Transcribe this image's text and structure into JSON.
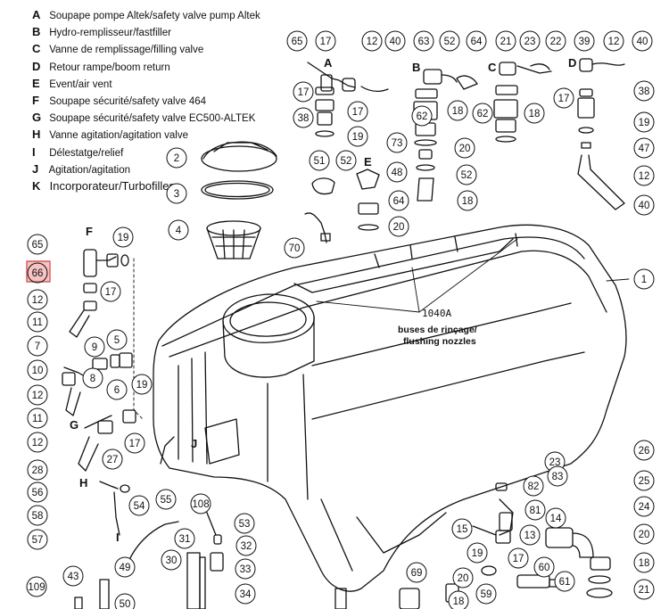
{
  "legend": [
    {
      "key": "A",
      "text": "Soupape pompe Altek/safety valve pump Altek"
    },
    {
      "key": "B",
      "text": "Hydro-remplisseur/fastfiller"
    },
    {
      "key": "C",
      "text": "Vanne de remplissage/filling valve"
    },
    {
      "key": "D",
      "text": "Retour rampe/boom return"
    },
    {
      "key": "E",
      "text": "Event/air vent"
    },
    {
      "key": "F",
      "text": "Soupape sécurité/safety valve 464"
    },
    {
      "key": "G",
      "text": "Soupape sécurité/safety valve EC500-ALTEK"
    },
    {
      "key": "H",
      "text": "Vanne agitation/agitation valve"
    },
    {
      "key": "I",
      "text": "Délestatge/relief"
    },
    {
      "key": "J",
      "text": "Agitation/agitation"
    },
    {
      "key": "K",
      "text": "Incorporateur/Turbofiller"
    }
  ],
  "diagram": {
    "highlight_color": "#e07070",
    "highlighted_part": "66",
    "part_ref": "1040A",
    "nozzle_note_line1": "buses de rinçage/",
    "nozzle_note_line2": "flushing nozzles",
    "callouts": [
      "65",
      "17",
      "12",
      "40",
      "63",
      "52",
      "64",
      "21",
      "23",
      "22",
      "39",
      "12",
      "40",
      "17",
      "38",
      "17",
      "19",
      "62",
      "18",
      "62",
      "18",
      "17",
      "38",
      "19",
      "47",
      "12",
      "40",
      "73",
      "20",
      "51",
      "52",
      "52",
      "48",
      "64",
      "18",
      "20",
      "2",
      "3",
      "4",
      "70",
      "1",
      "65",
      "19",
      "66",
      "17",
      "12",
      "11",
      "7",
      "9",
      "5",
      "10",
      "8",
      "6",
      "12",
      "19",
      "11",
      "12",
      "27",
      "17",
      "28",
      "56",
      "54",
      "55",
      "58",
      "57",
      "108",
      "53",
      "31",
      "32",
      "30",
      "33",
      "34",
      "43",
      "49",
      "109",
      "50",
      "23",
      "82",
      "83",
      "26",
      "81",
      "14",
      "15",
      "13",
      "25",
      "19",
      "17",
      "60",
      "24",
      "20",
      "69",
      "20",
      "18",
      "59",
      "61",
      "18",
      "21"
    ],
    "letters": [
      "A",
      "B",
      "C",
      "D",
      "E",
      "F",
      "G",
      "H",
      "I",
      "J"
    ]
  }
}
